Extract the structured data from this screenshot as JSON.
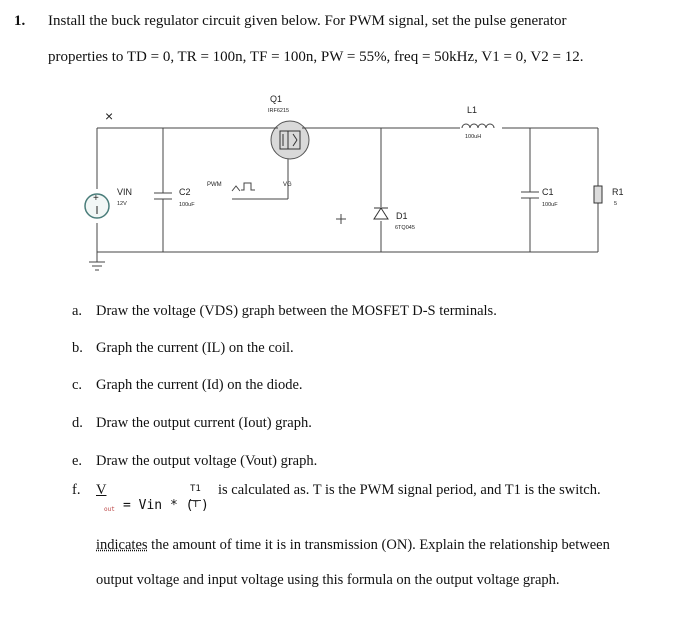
{
  "question": {
    "number": "1.",
    "line1": "Install the buck regulator circuit given below. For PWM signal, set the pulse generator",
    "line2": "properties to TD = 0, TR = 100n, TF = 100n, PW = 55%, freq = 50kHz, V1 = 0, V2 = 12."
  },
  "circuit": {
    "q1_label": "Q1",
    "q1_part": "IRF6215",
    "l1_label": "L1",
    "l1_value": "100uH",
    "vin_label": "VIN",
    "vin_value": "12V",
    "c2_label": "C2",
    "c2_value": "100uF",
    "pwm_label": "PWM",
    "vg_label": "VG",
    "d1_label": "D1",
    "d1_part": "6TQ045",
    "c1_label": "C1",
    "c1_value": "100uF",
    "r1_label": "R1",
    "r1_value": "5",
    "x_mark": "×",
    "plus": "+"
  },
  "items": [
    {
      "label": "a.",
      "text": "Draw the voltage (VDS) graph between the MOSFET D-S terminals."
    },
    {
      "label": "b.",
      "text": "Graph the current (IL)  on the coil."
    },
    {
      "label": "c.",
      "text": "Graph the current (Id) on the diode."
    },
    {
      "label": "d.",
      "text": "Draw the output current (Iout) graph."
    },
    {
      "label": "e.",
      "text": "Draw the output voltage (Vout) graph."
    }
  ],
  "item_f": {
    "label": "f.",
    "v_symbol": "V",
    "v_sub": "out",
    "formula_rhs": "= Vin * (",
    "frac_num": "T1",
    "frac_den": "T",
    "formula_close": ")",
    "text1": "is calculated as. T is the PWM signal period, and T1 is the switch.",
    "text2_u": "indicates",
    "text2": " the amount of time it is in transmission (ON). Explain the relationship between",
    "text3": "output voltage and input voltage using this formula on the output voltage graph."
  }
}
